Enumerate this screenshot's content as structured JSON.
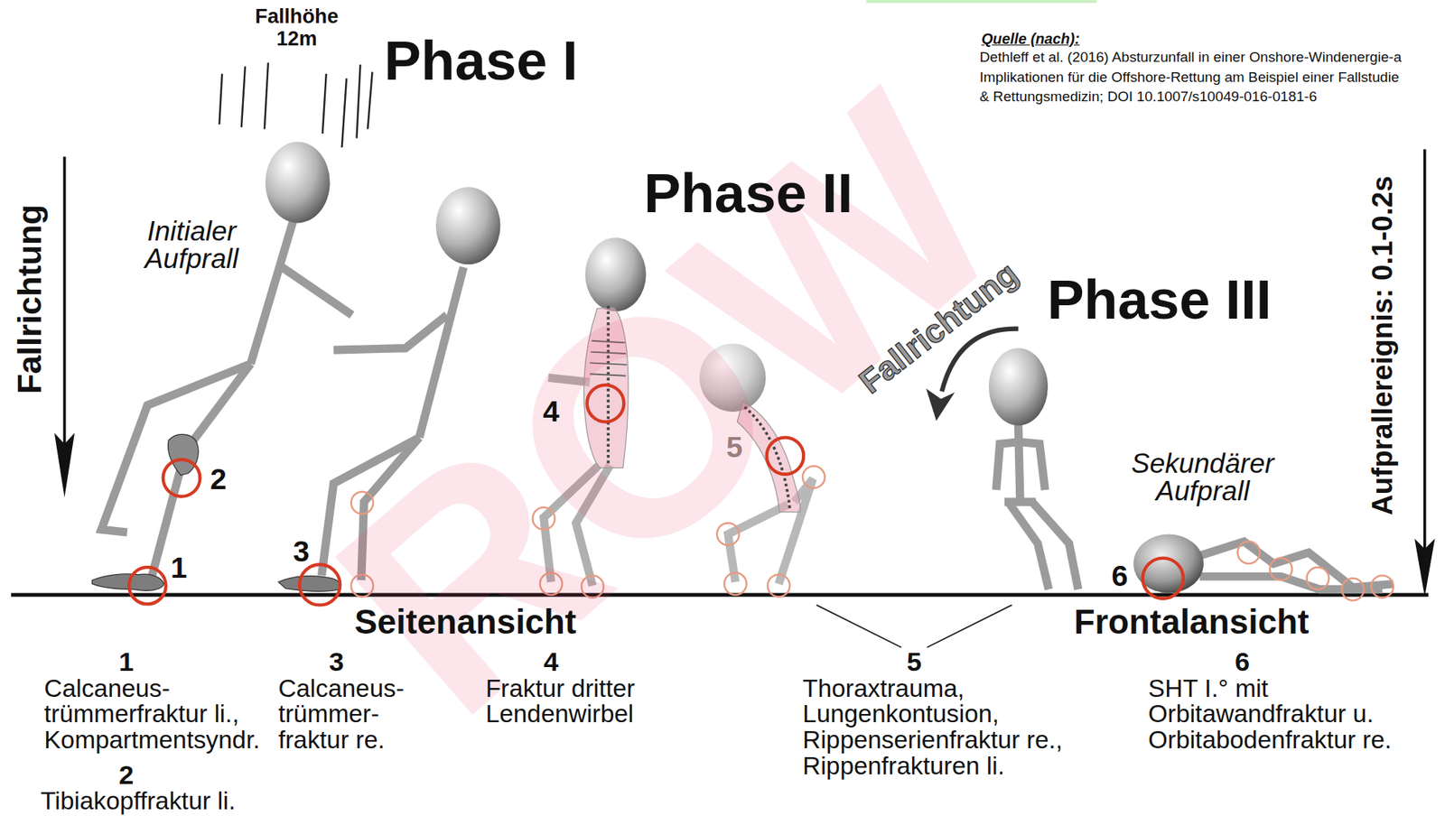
{
  "diagram": {
    "labels": [
      "ROW",
      "Fallhöhe 12m",
      "Phase I",
      "Phase II",
      "Phase III",
      "Quelle (nach):",
      "Dethleff et al. (2016) Absturzunfall in einer Onshore-Windenergie-a",
      "Implikationen für die Offshore-Rettung am Beispiel einer Fallstudie",
      "& Rettungsmedizin; DOI 10.1007/s10049-016-0181-6",
      "Fallrichtung",
      "Initialer Aufprall",
      "Fallrichtung",
      "Sekundärer Aufprall",
      "Aufprallereignis: 0.1-0.2s",
      "1",
      "2",
      "3",
      "4",
      "5",
      "6",
      "Seitenansicht",
      "Frontalansicht",
      "1",
      "Calcaneus- trümmerfraktur li., Kompartmentsyndr.",
      "2",
      "Tibiakopffraktur li.",
      "3",
      "Calcaneus- trümmer- fraktur re.",
      "4",
      "Fraktur dritter Lendenwirbel",
      "5",
      "Thoraxtrauma, Lungenkontusion, Rippenserienfraktur re., Rippenfrakturen li.",
      "6",
      "SHT I.° mit Orbitawandfraktur u. Orbitabodenfraktur re."
    ]
  }
}
